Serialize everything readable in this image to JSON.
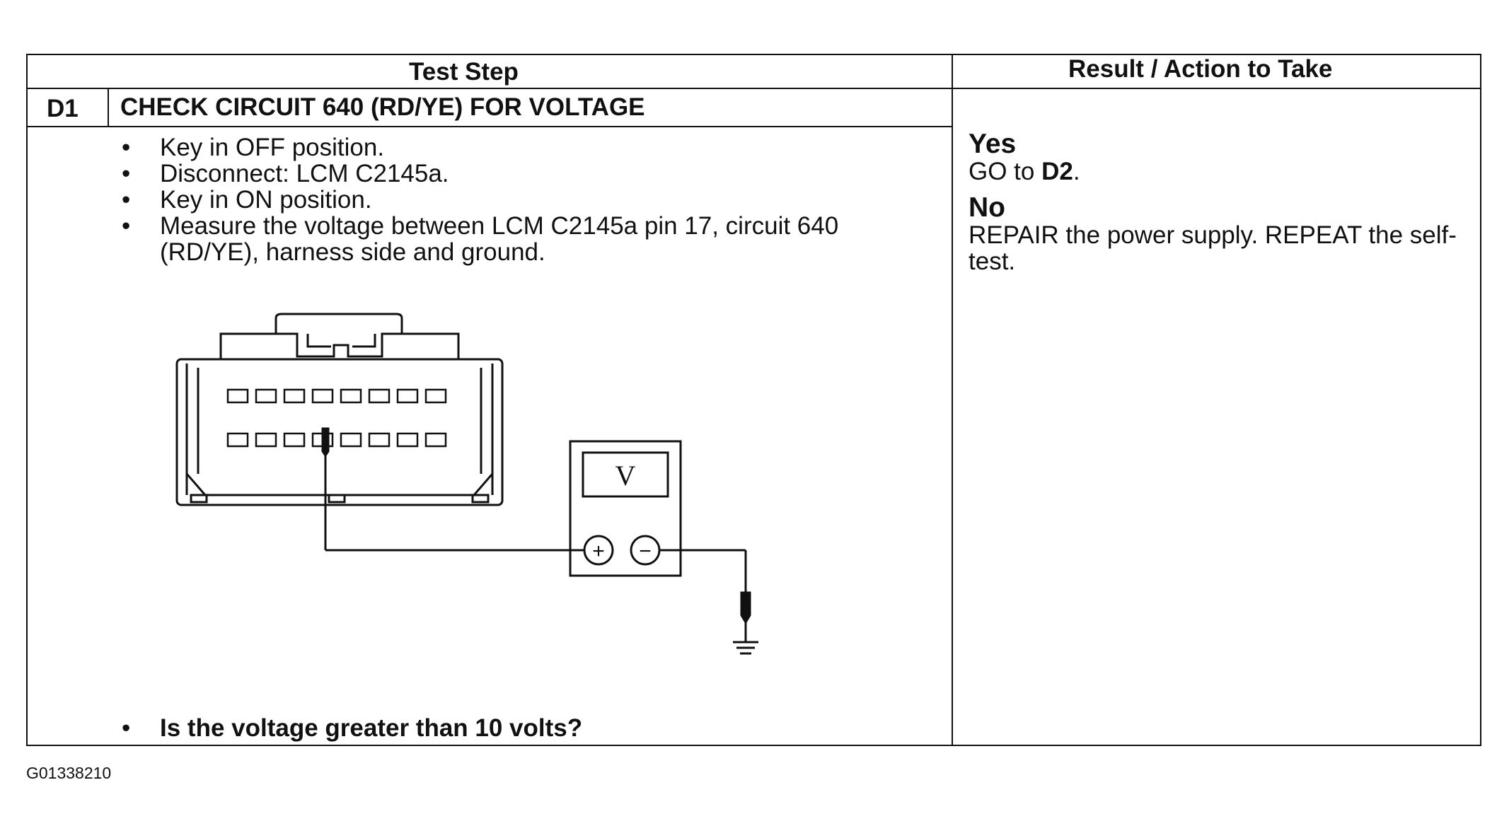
{
  "table": {
    "header_test_step": "Test Step",
    "header_result": "Result / Action to Take",
    "step_id": "D1",
    "step_title": "CHECK CIRCUIT 640 (RD/YE) FOR VOLTAGE",
    "steps": [
      "Key in OFF position.",
      "Disconnect: LCM C2145a.",
      "Key in ON position.",
      "Measure the voltage between LCM C2145a pin 17, circuit 640 (RD/YE), harness side and ground."
    ],
    "question": "Is the voltage greater than 10 volts?",
    "result_yes_label": "Yes",
    "result_yes_action_prefix": "GO to ",
    "result_yes_action_target": "D2",
    "result_yes_action_suffix": ".",
    "result_no_label": "No",
    "result_no_action": "REPAIR the power supply. REPEAT the self-test."
  },
  "diagram": {
    "meter_symbol": "V",
    "meter_plus": "+",
    "meter_minus": "−"
  },
  "figure_id": "G01338210"
}
